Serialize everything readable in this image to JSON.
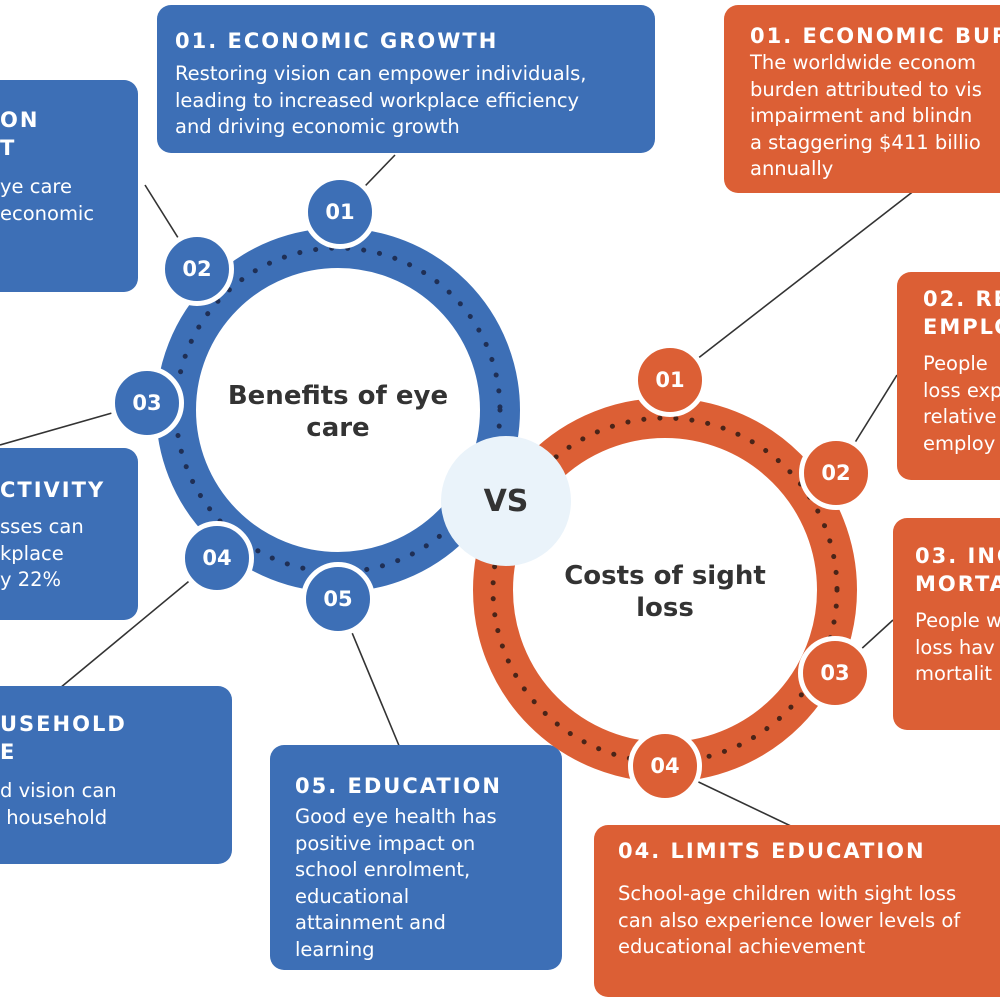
{
  "colors": {
    "benefits": "#3d6fb6",
    "costs": "#dc5f35",
    "vs_background": "#eaf3fa",
    "center_text": "#333333"
  },
  "benefits": {
    "title": "Benefits of eye\ncare",
    "nodes": [
      "01",
      "02",
      "03",
      "04",
      "05"
    ],
    "cards": [
      {
        "title": "01. ECONOMIC GROWTH",
        "body": "Restoring vision can empower individuals,\nleading to increased workplace efficiency\nand driving economic growth"
      },
      {
        "title": "ON\nT",
        "body": "ye care\neconomic"
      },
      {
        "title": "CTIVITY",
        "body": "sses can\nkplace\ny 22%"
      },
      {
        "title": "USEHOLD\nE",
        "body": "d vision can\n household"
      },
      {
        "title": "05. EDUCATION",
        "body": "Good eye health has\npositive impact on\nschool enrolment,\neducational\nattainment and\nlearning"
      }
    ]
  },
  "vs_label": "VS",
  "costs": {
    "title": "Costs of sight\nloss",
    "nodes": [
      "01",
      "02",
      "03",
      "04"
    ],
    "cards": [
      {
        "title": "01. ECONOMIC BUR",
        "body": "The worldwide econom\nburden attributed to vis\nimpairment and blindn\na staggering $411 billio\nannually"
      },
      {
        "title": "02. RE\nEMPLO",
        "body": "People\nloss exp\nrelative\nemploy"
      },
      {
        "title": "03. INC\nMORTA",
        "body": "People w\nloss hav\nmortalit"
      },
      {
        "title": "04. LIMITS EDUCATION",
        "body": "School-age children with sight loss\ncan also experience lower levels of\neducational achievement"
      }
    ]
  }
}
